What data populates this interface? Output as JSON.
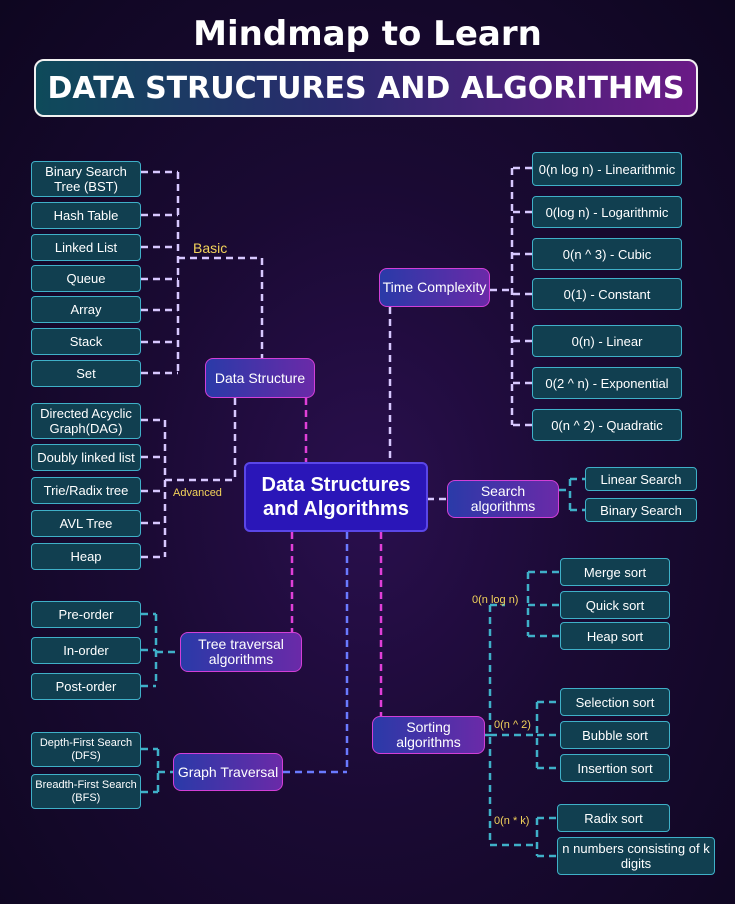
{
  "header": {
    "title": "Mindmap to Learn",
    "subtitle": "DATA STRUCTURES AND ALGORITHMS"
  },
  "colors": {
    "cyan": "#3fb0c8",
    "magenta": "#e03fd8",
    "lavender": "#d8c8ff",
    "blue": "#6a7aff",
    "gold": "#f3d35a"
  },
  "center": {
    "label": "Data Structures and Algorithms"
  },
  "data_structure": {
    "label": "Data Structure",
    "basic_label": "Basic",
    "advanced_label": "Advanced",
    "basic": [
      "Binary Search Tree (BST)",
      "Hash Table",
      "Linked List",
      "Queue",
      "Array",
      "Stack",
      "Set"
    ],
    "advanced": [
      "Directed Acyclic Graph(DAG)",
      "Doubly linked list",
      "Trie/Radix tree",
      "AVL Tree",
      "Heap"
    ]
  },
  "time_complexity": {
    "label": "Time Complexity",
    "items": [
      "0(n log n) - Linearithmic",
      "0(log n) - Logarithmic",
      "0(n ^ 3) - Cubic",
      "0(1) - Constant",
      "0(n) - Linear",
      "0(2 ^ n) - Exponential",
      "0(n ^ 2) - Quadratic"
    ]
  },
  "search": {
    "label": "Search algorithms",
    "items": [
      "Linear Search",
      "Binary Search"
    ]
  },
  "tree_traversal": {
    "label": "Tree traversal algorithms",
    "items": [
      "Pre-order",
      "In-order",
      "Post-order"
    ]
  },
  "graph_traversal": {
    "label": "Graph Traversal",
    "items": [
      "Depth-First Search (DFS)",
      "Breadth-First Search (BFS)"
    ]
  },
  "sorting": {
    "label": "Sorting algorithms",
    "groups": [
      {
        "label": "0(n log n)",
        "items": [
          "Merge sort",
          "Quick sort",
          "Heap sort"
        ]
      },
      {
        "label": "0(n ^ 2)",
        "items": [
          "Selection sort",
          "Bubble sort",
          "Insertion sort"
        ]
      },
      {
        "label": "0(n * k)",
        "items": [
          "Radix sort",
          "n numbers consisting of k digits"
        ]
      }
    ]
  }
}
